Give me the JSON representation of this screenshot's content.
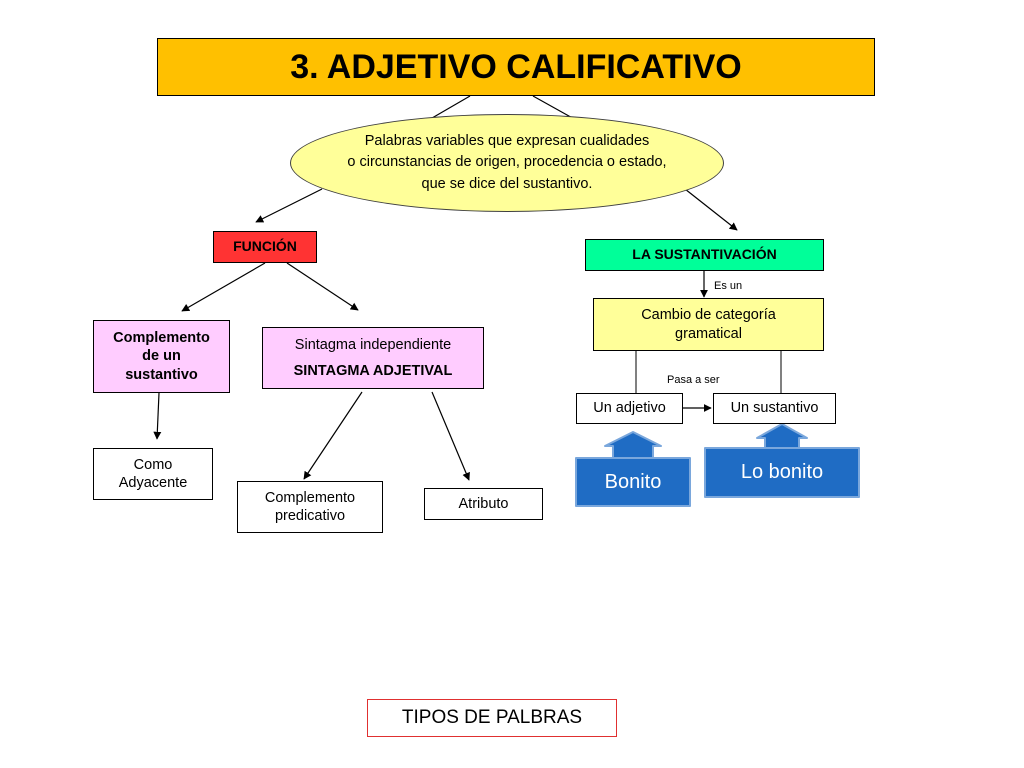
{
  "title": "3. ADJETIVO CALIFICATIVO",
  "definition": {
    "line1": "Palabras variables que expresan cualidades",
    "line2": "o circunstancias de origen, procedencia o estado,",
    "line3": "que se dice del sustantivo."
  },
  "funcion": {
    "label": "FUNCIÓN",
    "complemento": {
      "line1": "Complemento",
      "line2": "de un",
      "line3": "sustantivo",
      "como_adyacente": {
        "line1": "Como",
        "line2": "Adyacente"
      }
    },
    "sintagma": {
      "line1": "Sintagma independiente",
      "line2": "SINTAGMA ADJETIVAL",
      "complemento_predicativo": {
        "line1": "Complemento",
        "line2": "predicativo"
      },
      "atributo": "Atributo"
    }
  },
  "sustantivacion": {
    "label": "LA SUSTANTIVACIÓN",
    "es_un": "Es un",
    "cambio": {
      "line1": "Cambio de categoría",
      "line2": "gramatical"
    },
    "pasa_a_ser": "Pasa a ser",
    "adjetivo": "Un adjetivo",
    "sustantivo": "Un sustantivo",
    "ejemplo_adjetivo": "Bonito",
    "ejemplo_sustantivo": "Lo bonito"
  },
  "footer": "TIPOS DE PALBRAS",
  "colors": {
    "title_fill": "#ffc000",
    "definition_fill": "#ffff99",
    "funcion_fill": "#ff3333",
    "sustantivacion_fill": "#00ff99",
    "pink_fill": "#ffccff",
    "cambio_fill": "#ffff99",
    "example_arrow_fill": "#1f6cc4",
    "footer_border": "#e03030"
  },
  "icons": [
    "up-arrow-callout-icon",
    "arrowhead-icon"
  ]
}
